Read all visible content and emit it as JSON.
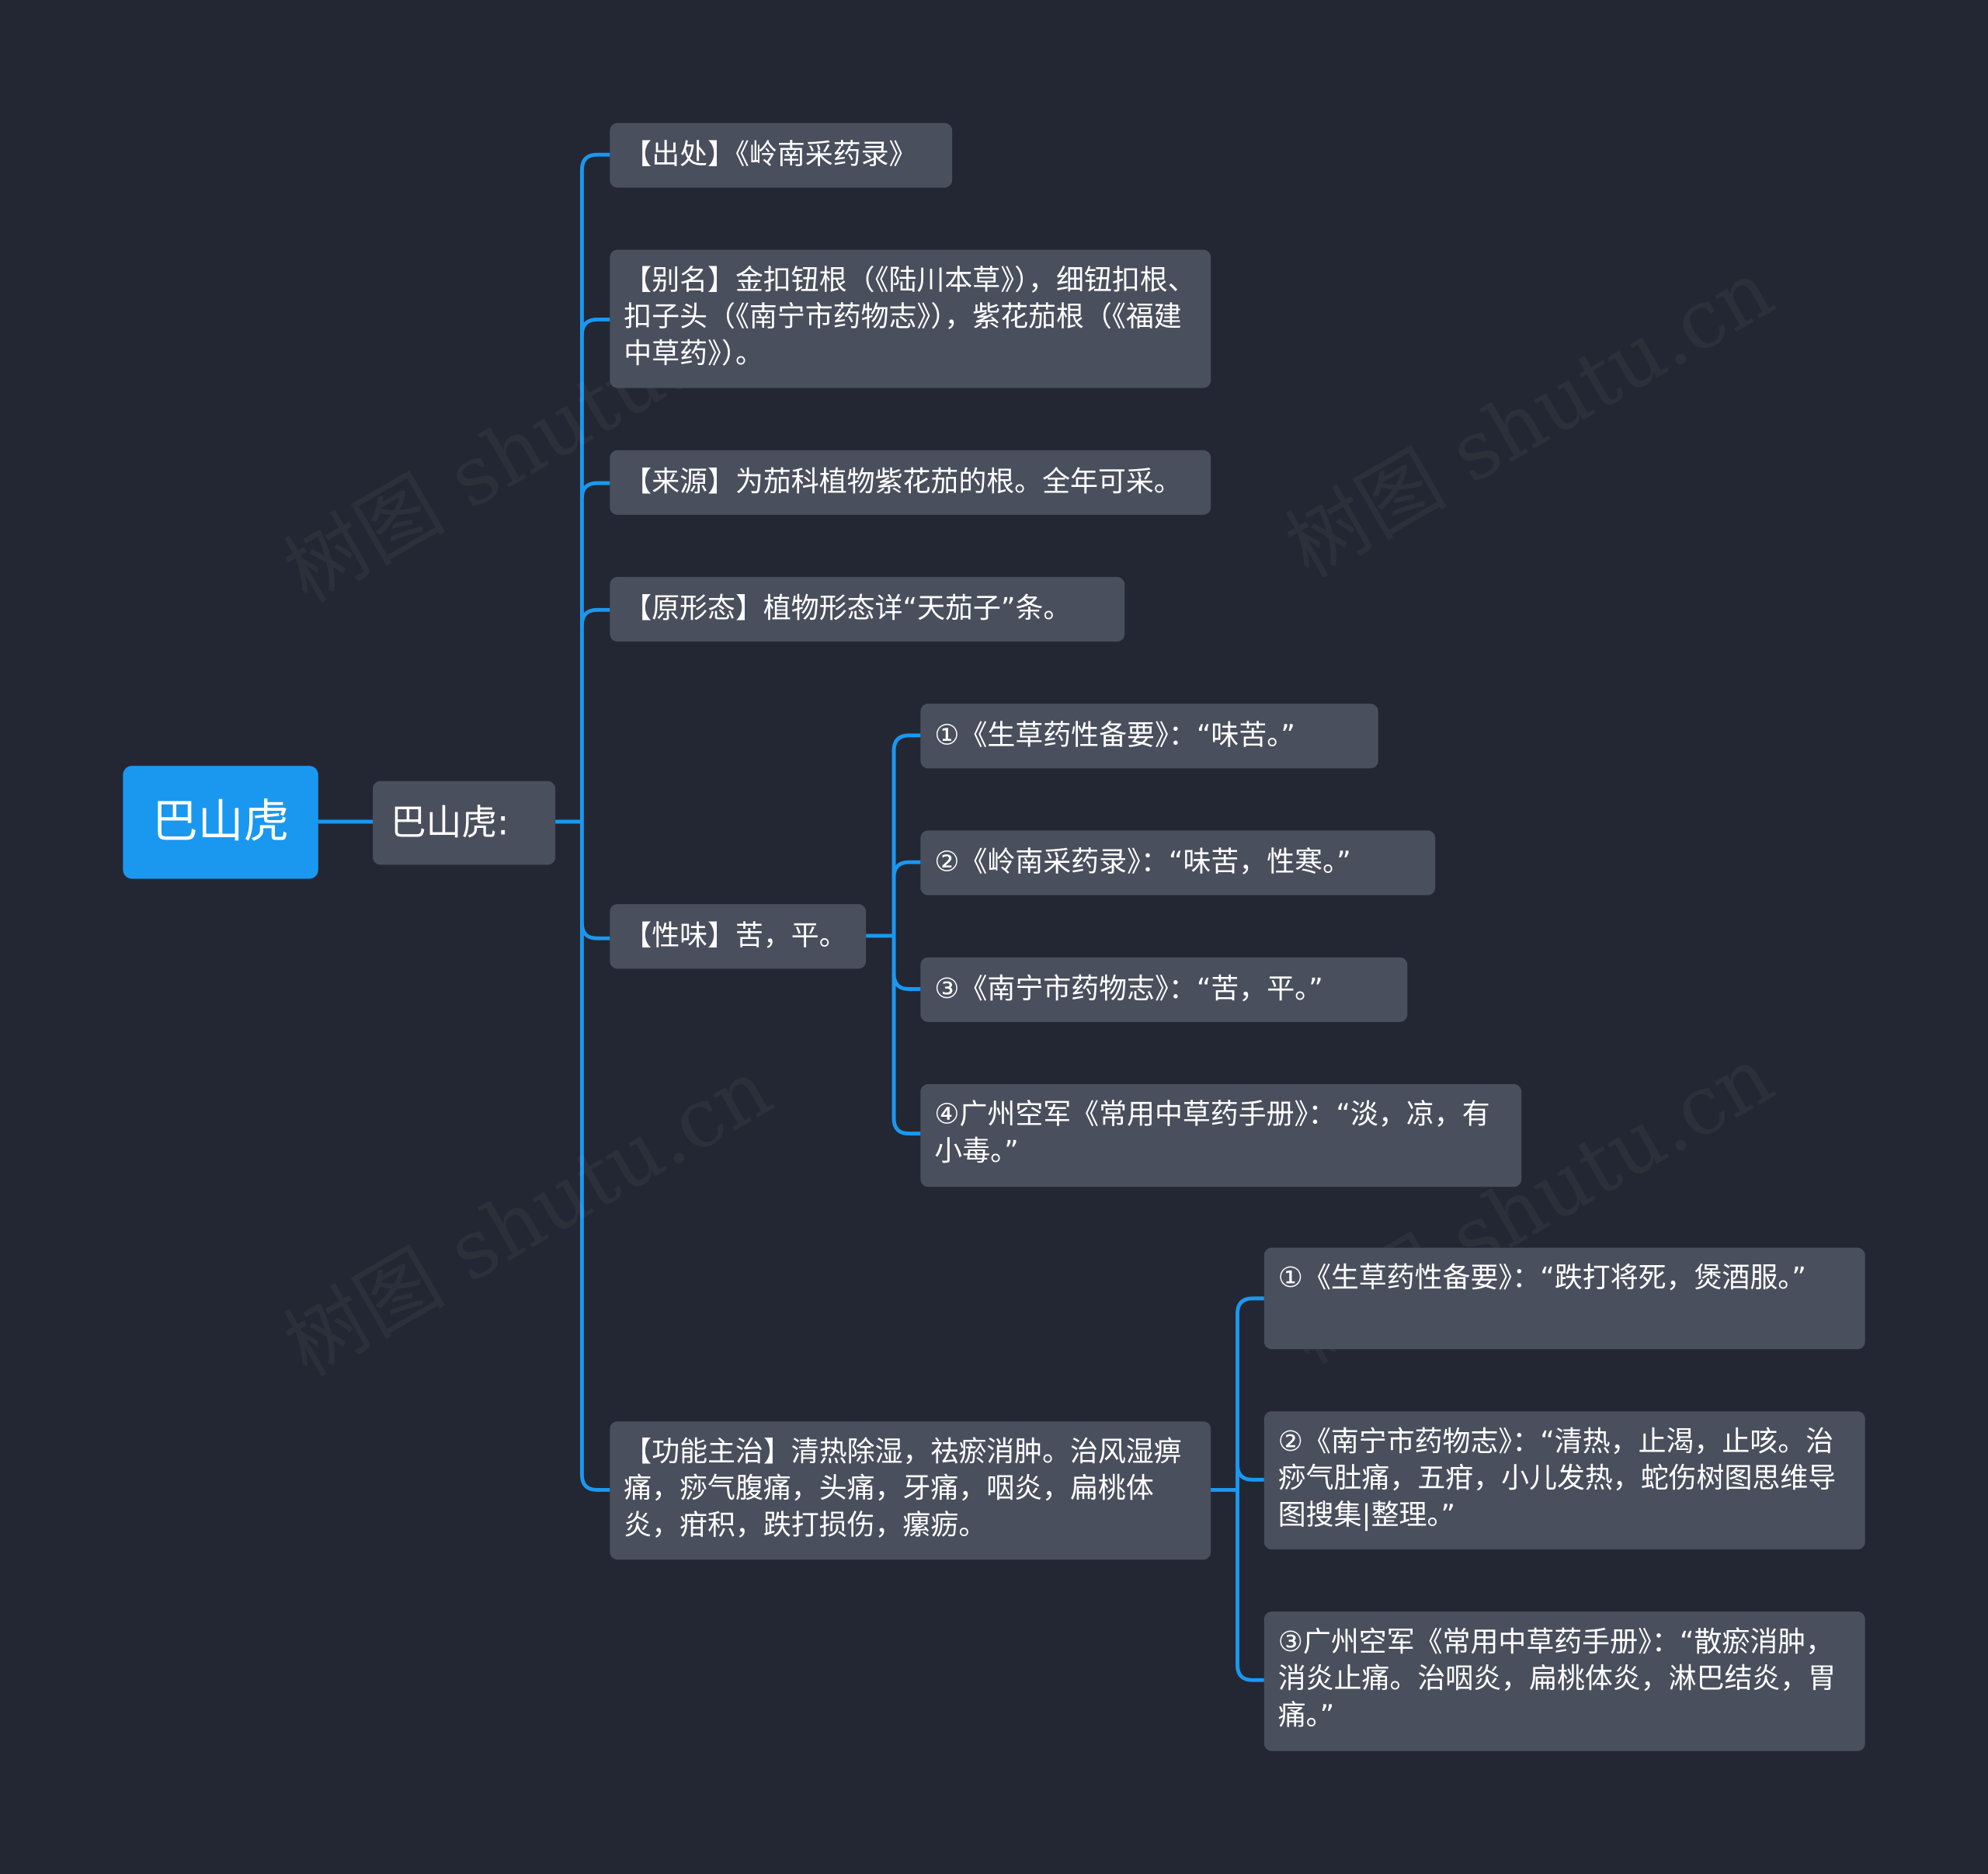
{
  "root": {
    "label": "巴山虎"
  },
  "main": {
    "label": "巴山虎:"
  },
  "branches": [
    {
      "label": "【出处】《岭南采药录》"
    },
    {
      "label": "【别名】金扣钮根（《陆川本草》），细钮扣根、扣子头（《南宁市药物志》），紫花茄根（《福建中草药》）。"
    },
    {
      "label": "【来源】为茄科植物紫花茄的根。全年可采。"
    },
    {
      "label": "【原形态】植物形态详“天茄子”条。"
    },
    {
      "label": "【性味】苦，平。"
    },
    {
      "label": "【功能主治】清热除湿，祛瘀消肿。治风湿痹痛，痧气腹痛，头痛，牙痛，咽炎，扁桃体炎，疳积，跌打损伤，瘰疬。"
    }
  ],
  "xingwei_children": [
    {
      "label": "①《生草药性备要》：“味苦。”"
    },
    {
      "label": "②《岭南采药录》：“味苦，性寒。”"
    },
    {
      "label": "③《南宁市药物志》：“苦，平。”"
    },
    {
      "label": "④广州空军《常用中草药手册》：“淡，凉，有小毒。”"
    }
  ],
  "gongneng_children": [
    {
      "label": "①《生草药性备要》：“跌打将死，煲酒服。”"
    },
    {
      "label": "②《南宁市药物志》：“清热，止渴，止咳。治痧气肚痛，五疳，小儿发热，蛇伤树图思维导图搜集|整理。”"
    },
    {
      "label": "③广州空军《常用中草药手册》：“散瘀消肿，消炎止痛。治咽炎，扁桃体炎，淋巴结炎，胃痛。”"
    }
  ],
  "watermark": {
    "text": "树图 shutu.cn"
  },
  "colors": {
    "background": "#232733",
    "node": "#4a4f5d",
    "root": "#1a98f0",
    "connector": "#1a98f0",
    "text": "#ffffff"
  }
}
